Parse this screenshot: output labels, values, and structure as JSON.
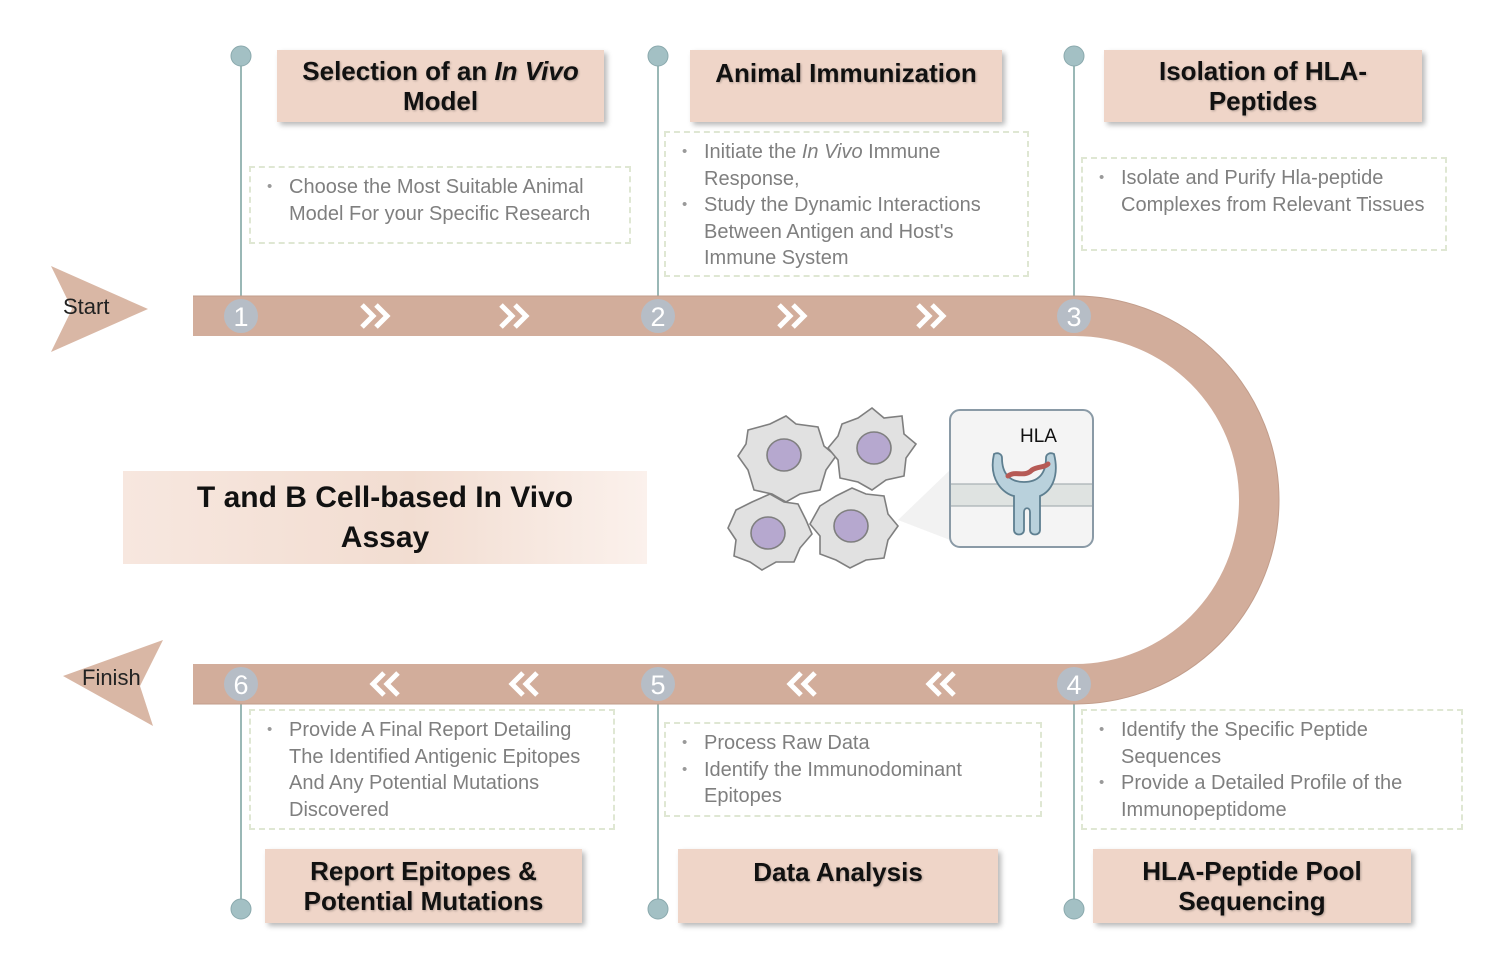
{
  "title": "T and B Cell-based In Vivo Assay",
  "start_label": "Start",
  "finish_label": "Finish",
  "hla_label": "HLA",
  "colors": {
    "track": "#d2ad9b",
    "title_box": "#efd5c8",
    "connector": "#9ab8b6",
    "number_circle": "#b6bdc6",
    "desc_text": "#7f7f7f",
    "cell_body": "#e1e1e1",
    "cell_nucleus": "#b6a8cf"
  },
  "steps": [
    {
      "number": "1",
      "title_pre": "Selection of an ",
      "title_italic": "In Vivo",
      "title_post": " Model",
      "bullets": [
        {
          "text": "Choose the Most Suitable Animal Model For your Specific Research"
        }
      ]
    },
    {
      "number": "2",
      "title_pre": "Animal Immunization",
      "title_italic": "",
      "title_post": "",
      "bullets": [
        {
          "pre": "Initiate the ",
          "italic": "In Vivo",
          "post": " Immune Response,"
        },
        {
          "text": "Study the Dynamic Interactions Between Antigen and Host's Immune System"
        }
      ]
    },
    {
      "number": "3",
      "title_pre": "Isolation of HLA-Peptides",
      "title_italic": "",
      "title_post": "",
      "bullets": [
        {
          "text": "Isolate and Purify Hla-peptide Complexes from Relevant Tissues"
        }
      ]
    },
    {
      "number": "4",
      "title_pre": "HLA-Peptide Pool Sequencing",
      "title_italic": "",
      "title_post": "",
      "bullets": [
        {
          "text": "Identify the Specific Peptide Sequences"
        },
        {
          "text": "Provide a Detailed Profile of the Immunopeptidome"
        }
      ]
    },
    {
      "number": "5",
      "title_pre": "Data Analysis",
      "title_italic": "",
      "title_post": "",
      "bullets": [
        {
          "text": "Process Raw Data"
        },
        {
          "text": "Identify the Immunodominant Epitopes"
        }
      ]
    },
    {
      "number": "6",
      "title_pre": "Report Epitopes & Potential Mutations",
      "title_italic": "",
      "title_post": "",
      "bullets": [
        {
          "text": "Provide A Final Report Detailing The Identified Antigenic Epitopes And Any Potential Mutations Discovered"
        }
      ]
    }
  ]
}
